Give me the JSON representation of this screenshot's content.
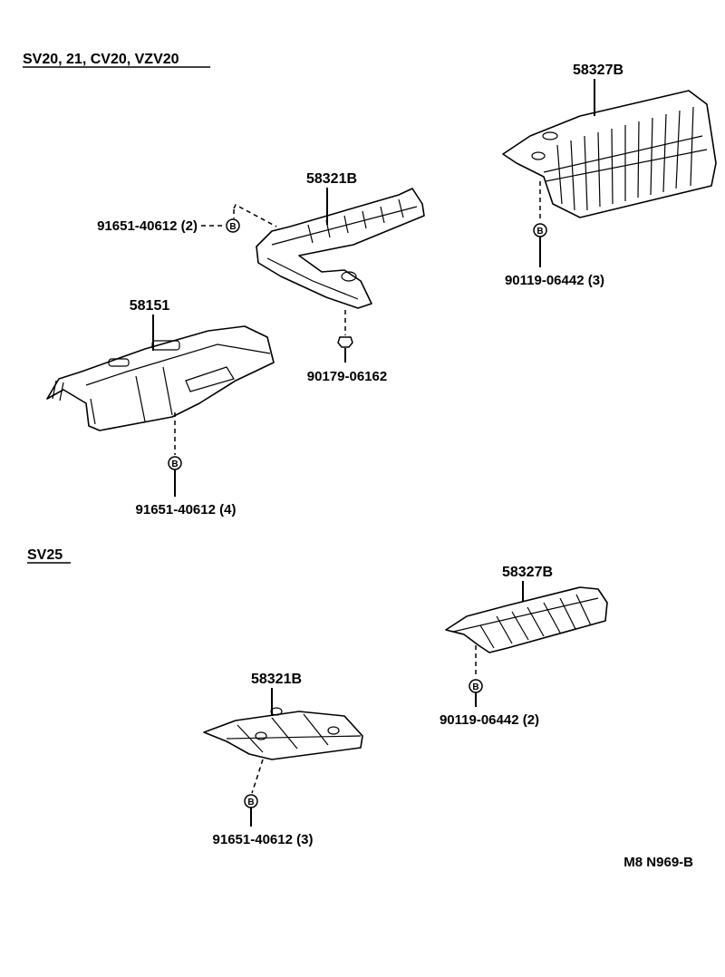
{
  "sections": [
    {
      "title": "SV20, 21, CV20, VZV20"
    },
    {
      "title": "SV25"
    }
  ],
  "parts": {
    "heat_insulator_rear_upper": "58327B",
    "heat_insulator_center_upper": "58321B",
    "heat_insulator_front": "58151",
    "bolt_front_center": "91651-40612 (2)",
    "bolt_rear": "90119-06442 (3)",
    "nut_center": "90179-06162",
    "bolt_front": "91651-40612 (4)",
    "sv25_rear_insulator": "58327B",
    "sv25_rear_bolt": "90119-06442 (2)",
    "sv25_center_insulator": "58321B",
    "sv25_center_bolt": "91651-40612 (3)"
  },
  "bolt_marker": "B",
  "figure_code": "M8 N969-B"
}
